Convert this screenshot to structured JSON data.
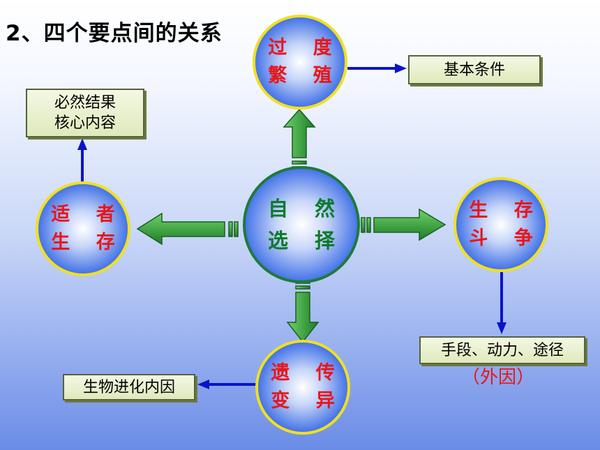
{
  "title": "2、四个要点间的关系",
  "nodes": {
    "center": {
      "line1": "自 然",
      "line2": "选 择"
    },
    "top": {
      "line1": "过 度",
      "line2": "繁 殖"
    },
    "right": {
      "line1": "生 存",
      "line2": "斗 争"
    },
    "bottom": {
      "line1": "遗 传",
      "line2": "变 异"
    },
    "left": {
      "line1": "适 者",
      "line2": "生 存"
    }
  },
  "boxes": {
    "top_right": {
      "line1": "基本条件"
    },
    "top_left": {
      "line1": "必然结果",
      "line2": "核心内容"
    },
    "right": {
      "line1": "手段、动力、途径"
    },
    "bottom_left": {
      "line1": "生物进化内因"
    }
  },
  "notes": {
    "right_cause": "（外因）"
  },
  "colors": {
    "circle_fill": "#3d6ee6",
    "circle_border": "#f0e020",
    "center_border": "#1f7a3a",
    "green_arrow": "#2f9a35",
    "blue_arrow": "#0a14c8",
    "node_text": "#e8161b",
    "center_text": "#0d7a2a"
  }
}
